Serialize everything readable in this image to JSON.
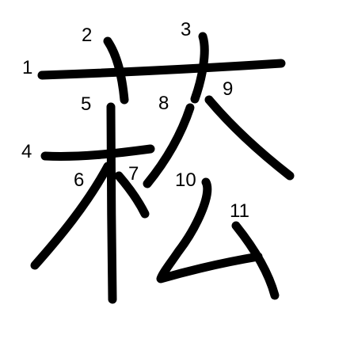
{
  "character": "菘",
  "ink_color": "#000000",
  "background_color": "#ffffff",
  "strokes": [
    {
      "number": "1",
      "label": "1"
    },
    {
      "number": "2",
      "label": "2"
    },
    {
      "number": "3",
      "label": "3"
    },
    {
      "number": "4",
      "label": "4"
    },
    {
      "number": "5",
      "label": "5"
    },
    {
      "number": "6",
      "label": "6"
    },
    {
      "number": "7",
      "label": "7"
    },
    {
      "number": "8",
      "label": "8"
    },
    {
      "number": "9",
      "label": "9"
    },
    {
      "number": "10",
      "label": "10"
    },
    {
      "number": "11",
      "label": "11"
    }
  ]
}
